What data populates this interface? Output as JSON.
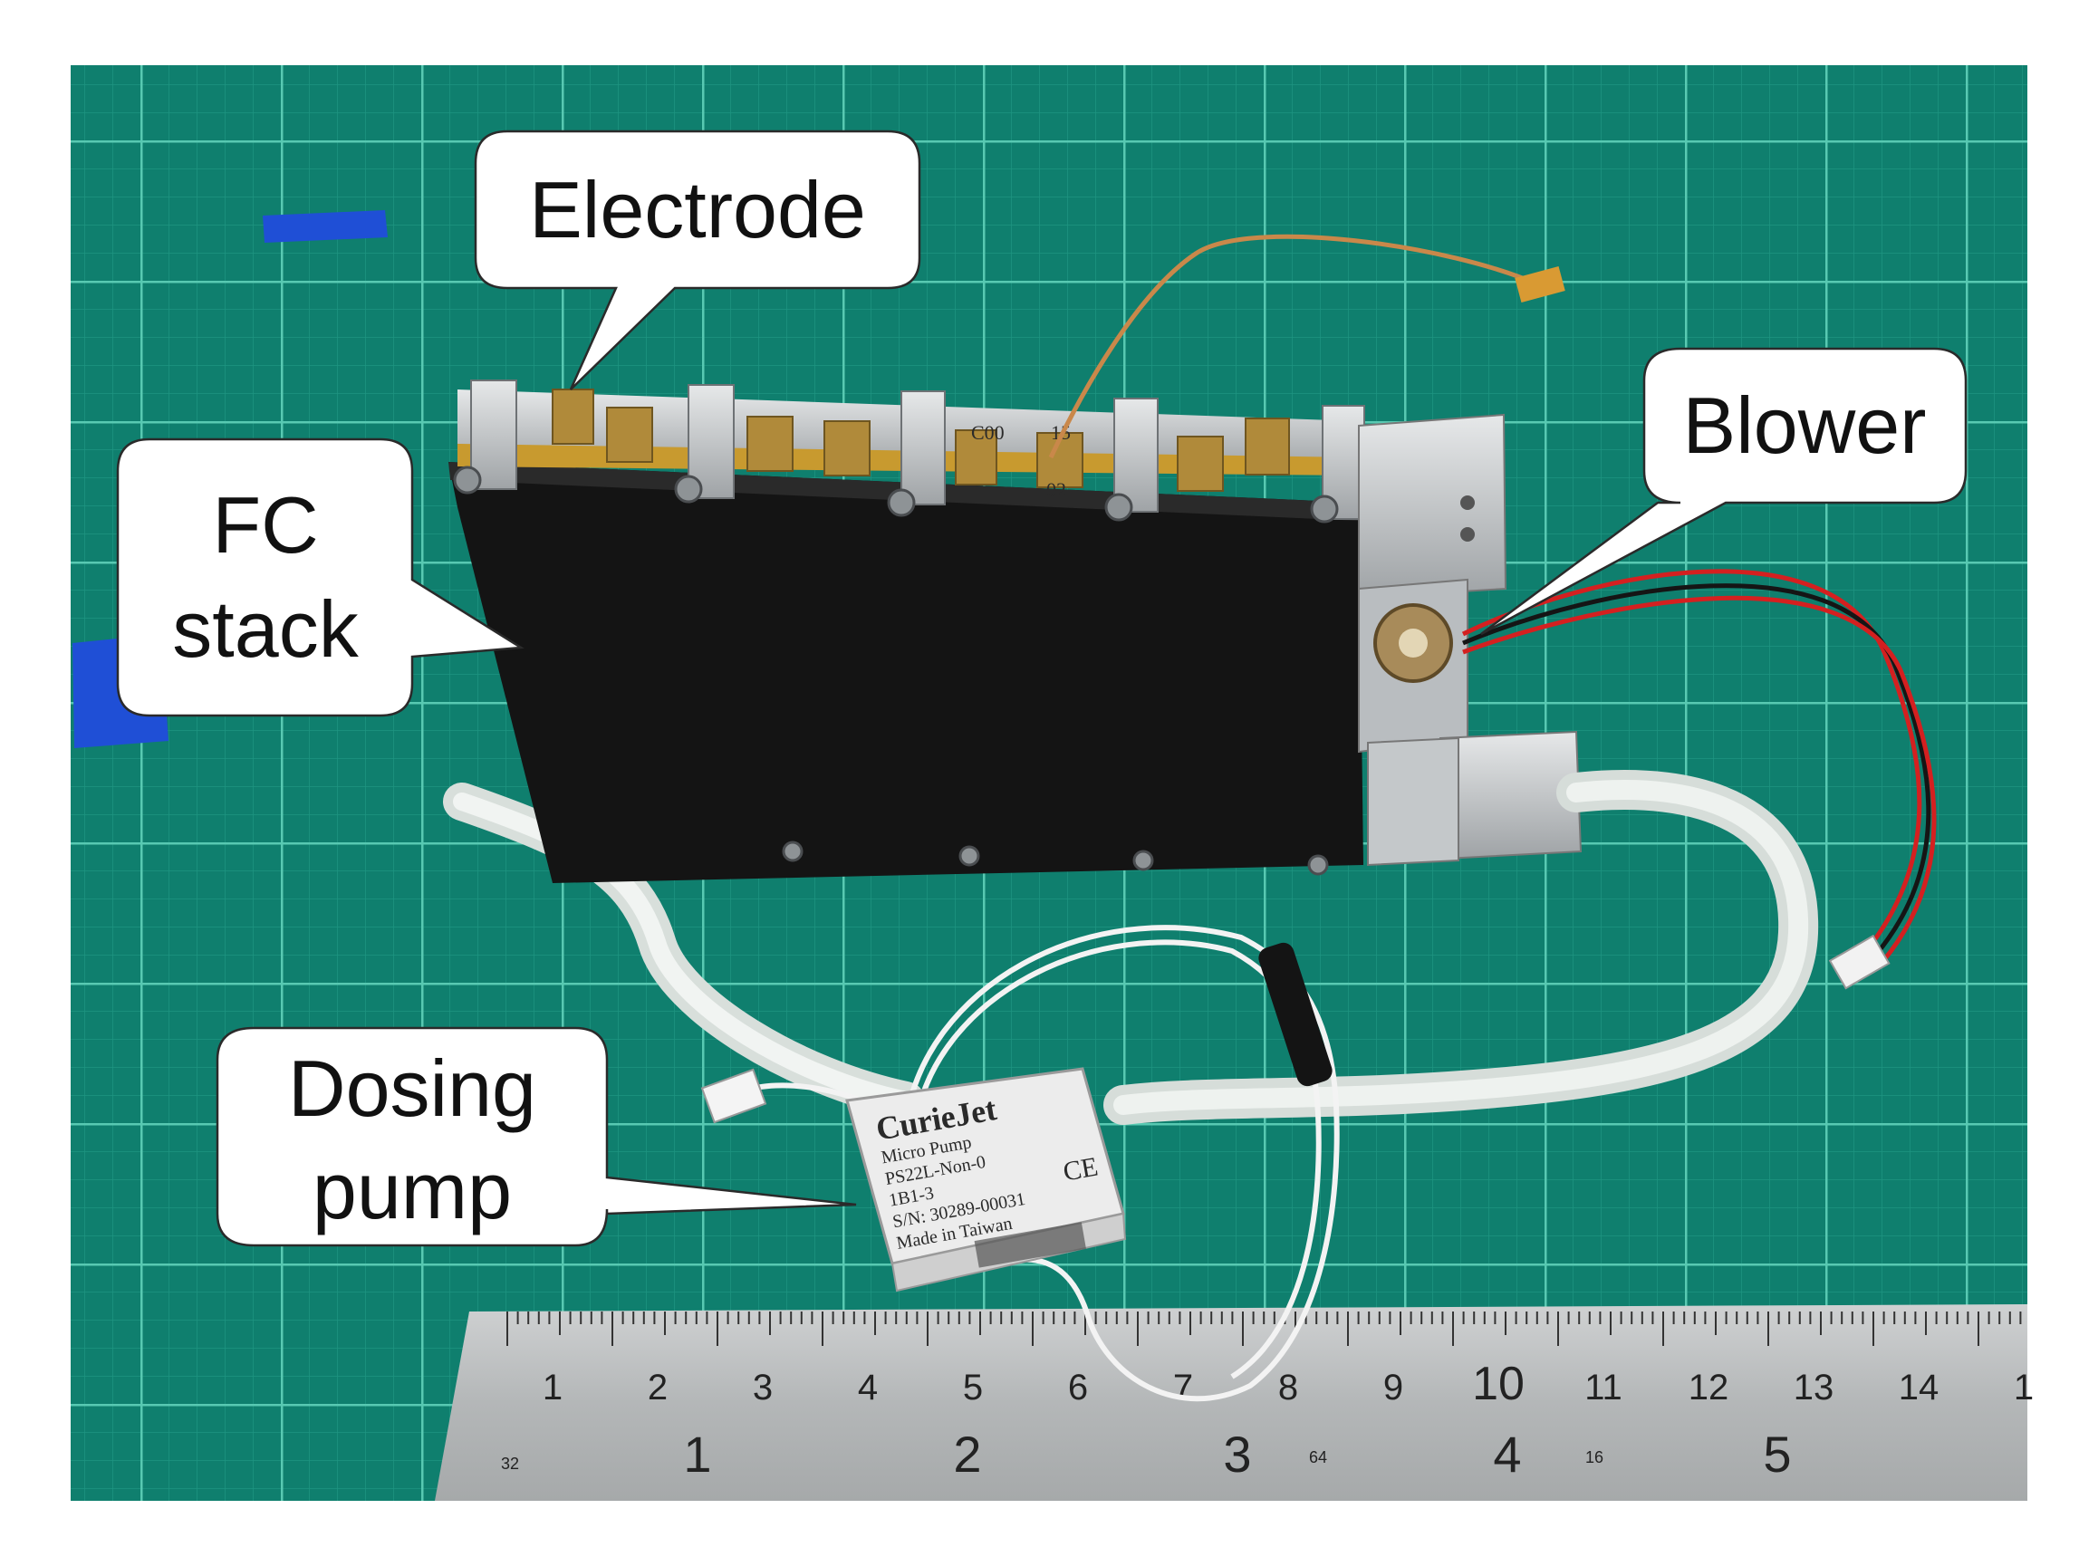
{
  "labels": {
    "electrode": "Electrode",
    "fc_stack": [
      "FC",
      "stack"
    ],
    "blower": "Blower",
    "dosing_pump": [
      "Dosing",
      "pump"
    ]
  },
  "pump_label": {
    "brand": "CurieJet",
    "lines": [
      "Micro Pump",
      "PS22L-Non-0",
      "1B1-3",
      "S/N: 30289-00031",
      "Made in Taiwan"
    ],
    "mark": "CE"
  },
  "cell_marks": [
    "C00",
    "15",
    "02"
  ],
  "ruler": {
    "cm_numbers": [
      "1",
      "2",
      "3",
      "4",
      "5",
      "6",
      "7",
      "8",
      "9",
      "10",
      "11",
      "12",
      "13",
      "14",
      "1"
    ],
    "inch_numbers": [
      "1",
      "2",
      "3",
      "4",
      "5"
    ],
    "small_marks": [
      "32",
      "64",
      "16"
    ]
  },
  "colors": {
    "mat": "#0f7f6e",
    "grid": "#3fb8a0",
    "stack_body": "#141414",
    "aluminum": "#c9ccce",
    "tab_gold": "#b08a3a",
    "tube": "#e6ece8",
    "wire_red": "#d42020",
    "ruler": "#b9bcbd",
    "blue_tape": "#1f4fd6"
  }
}
